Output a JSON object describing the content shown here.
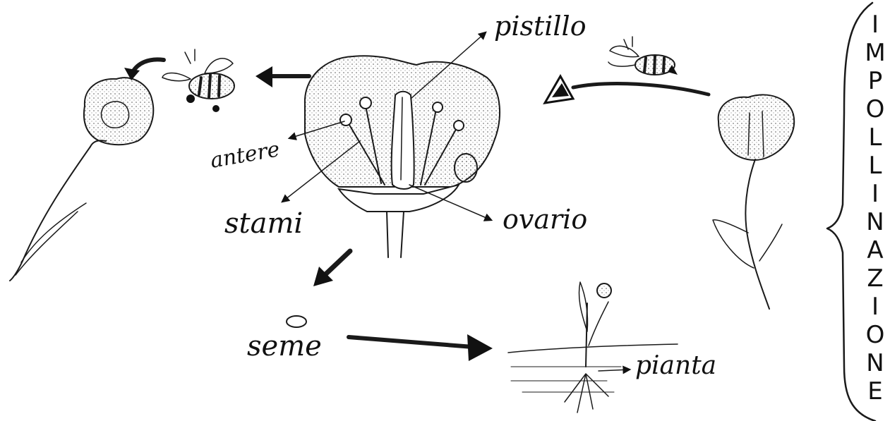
{
  "labels": {
    "pistillo": "pistillo",
    "antere": "antere",
    "stami": "stami",
    "ovario": "ovario",
    "seme": "seme",
    "pianta": "pianta"
  },
  "side_title": "IMPOLLINAZIONE"
}
